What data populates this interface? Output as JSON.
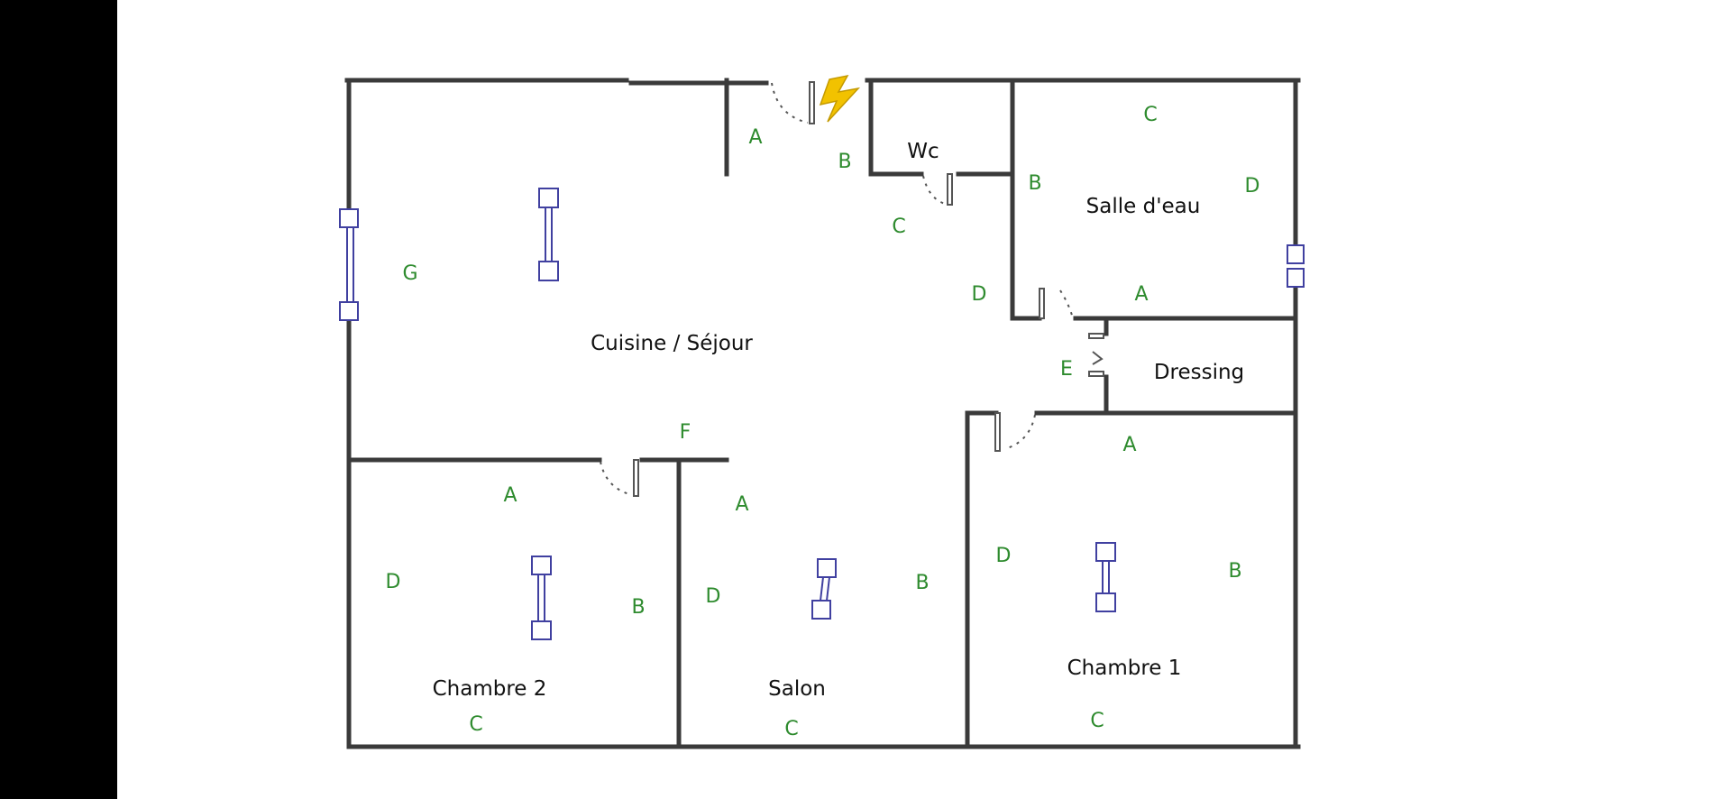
{
  "colors": {
    "wall": "#3a3a3a",
    "zone_letter": "#2e8b2e",
    "radiator": "#4040a0",
    "electric_icon": "#f2c200",
    "side_bar": "#000000"
  },
  "rooms": {
    "cuisine_sejour": "Cuisine / Séjour",
    "wc": "Wc",
    "salle_deau": "Salle d'eau",
    "dressing": "Dressing",
    "chambre_1": "Chambre 1",
    "chambre_2": "Chambre 2",
    "salon": "Salon"
  },
  "zones": {
    "entry_a": "A",
    "entry_b": "B",
    "hall_c": "C",
    "hall_d": "D",
    "hall_e": "E",
    "sejour_f": "F",
    "sejour_g": "G",
    "sde_a": "A",
    "sde_b": "B",
    "sde_c": "C",
    "sde_d": "D",
    "ch2_a": "A",
    "ch2_b": "B",
    "ch2_c": "C",
    "ch2_d": "D",
    "salon_a": "A",
    "salon_b": "B",
    "salon_c": "C",
    "salon_d": "D",
    "ch1_a": "A",
    "ch1_b": "B",
    "ch1_c": "C",
    "ch1_d": "D"
  },
  "icons": {
    "electric_meter": "lightning-bolt-icon",
    "radiator": "radiator-icon",
    "window": "window-icon",
    "door": "door-swing-icon"
  }
}
